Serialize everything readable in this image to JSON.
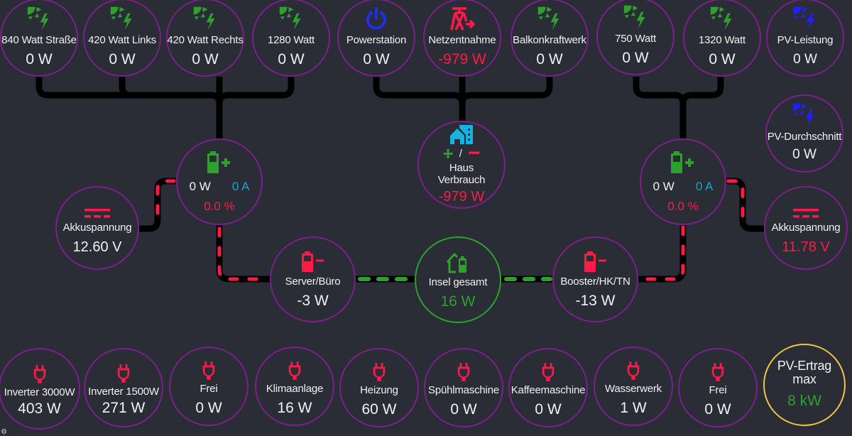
{
  "colors": {
    "background": "#2b2d36",
    "ring": "#7b1f8a",
    "ring_green": "#2ea02e",
    "ring_yellow": "#f0c540",
    "pv_green": "#2ea02e",
    "pv_blue": "#1f1fff",
    "alert_red": "#ff1a48",
    "current_cyan": "#1aa3c8",
    "power_blue": "#1f2fe8",
    "house_cyan": "#16b3e0"
  },
  "pv_sources": [
    {
      "label": "840 Watt Straße",
      "value": "0 W",
      "icon": "solar-panel-icon"
    },
    {
      "label": "420 Watt Links",
      "value": "0 W",
      "icon": "solar-panel-icon"
    },
    {
      "label": "420 Watt Rechts",
      "value": "0 W",
      "icon": "solar-panel-icon"
    },
    {
      "label": "1280 Watt",
      "value": "0 W",
      "icon": "solar-panel-icon"
    }
  ],
  "center_sources": [
    {
      "label": "Powerstation",
      "value": "0 W",
      "icon": "power-icon"
    },
    {
      "label": "Netzentnahme",
      "value": "-979 W",
      "icon": "transmission-tower-icon"
    },
    {
      "label": "Balkonkraftwerk",
      "value": "0 W",
      "icon": "solar-panel-icon"
    }
  ],
  "pv_sources_right": [
    {
      "label": "750 Watt",
      "value": "0 W",
      "icon": "solar-panel-icon"
    },
    {
      "label": "1320 Watt",
      "value": "0 W",
      "icon": "solar-panel-icon"
    }
  ],
  "pv_summary": {
    "leistung": {
      "label": "PV-Leistung",
      "value": "0 W"
    },
    "durchschnitt": {
      "label": "PV-Durchschnitt",
      "value": "0 W"
    }
  },
  "battery_left": {
    "power": "0 W",
    "current": "0 A",
    "soc": "0.0 %"
  },
  "battery_right": {
    "power": "0 W",
    "current": "0 A",
    "soc": "0.0 %"
  },
  "voltage_left": {
    "label": "Akkuspannung",
    "value": "12.60 V"
  },
  "voltage_right": {
    "label": "Akkuspannung",
    "value": "11.78 V"
  },
  "house": {
    "plus": "+",
    "slash": "/",
    "minus": "−",
    "label_line1": "Haus",
    "label_line2": "Verbrauch",
    "value": "-979 W"
  },
  "middle": {
    "server": {
      "label": "Server/Büro",
      "value": "-3 W"
    },
    "insel": {
      "label": "Insel gesamt",
      "value": "16 W"
    },
    "booster": {
      "label": "Booster/HK/TN",
      "value": "-13 W"
    }
  },
  "consumers": [
    {
      "label": "Inverter 3000W",
      "value": "403 W"
    },
    {
      "label": "Inverter 1500W",
      "value": "271 W"
    },
    {
      "label": "Frei",
      "value": "0 W"
    },
    {
      "label": "Klimaanlage",
      "value": "16 W"
    },
    {
      "label": "Heizung",
      "value": "60 W"
    },
    {
      "label": "Spühlmaschine",
      "value": "0 W"
    },
    {
      "label": "Kaffeemaschine",
      "value": "0 W"
    },
    {
      "label": "Wasserwerk",
      "value": "1 W"
    },
    {
      "label": "Frei",
      "value": "0 W"
    }
  ],
  "pv_max": {
    "label_line1": "PV-Ertrag",
    "label_line2": "max",
    "value": "8 kW"
  },
  "settings": {
    "icon": "gear-icon",
    "glyph": "⚙"
  }
}
